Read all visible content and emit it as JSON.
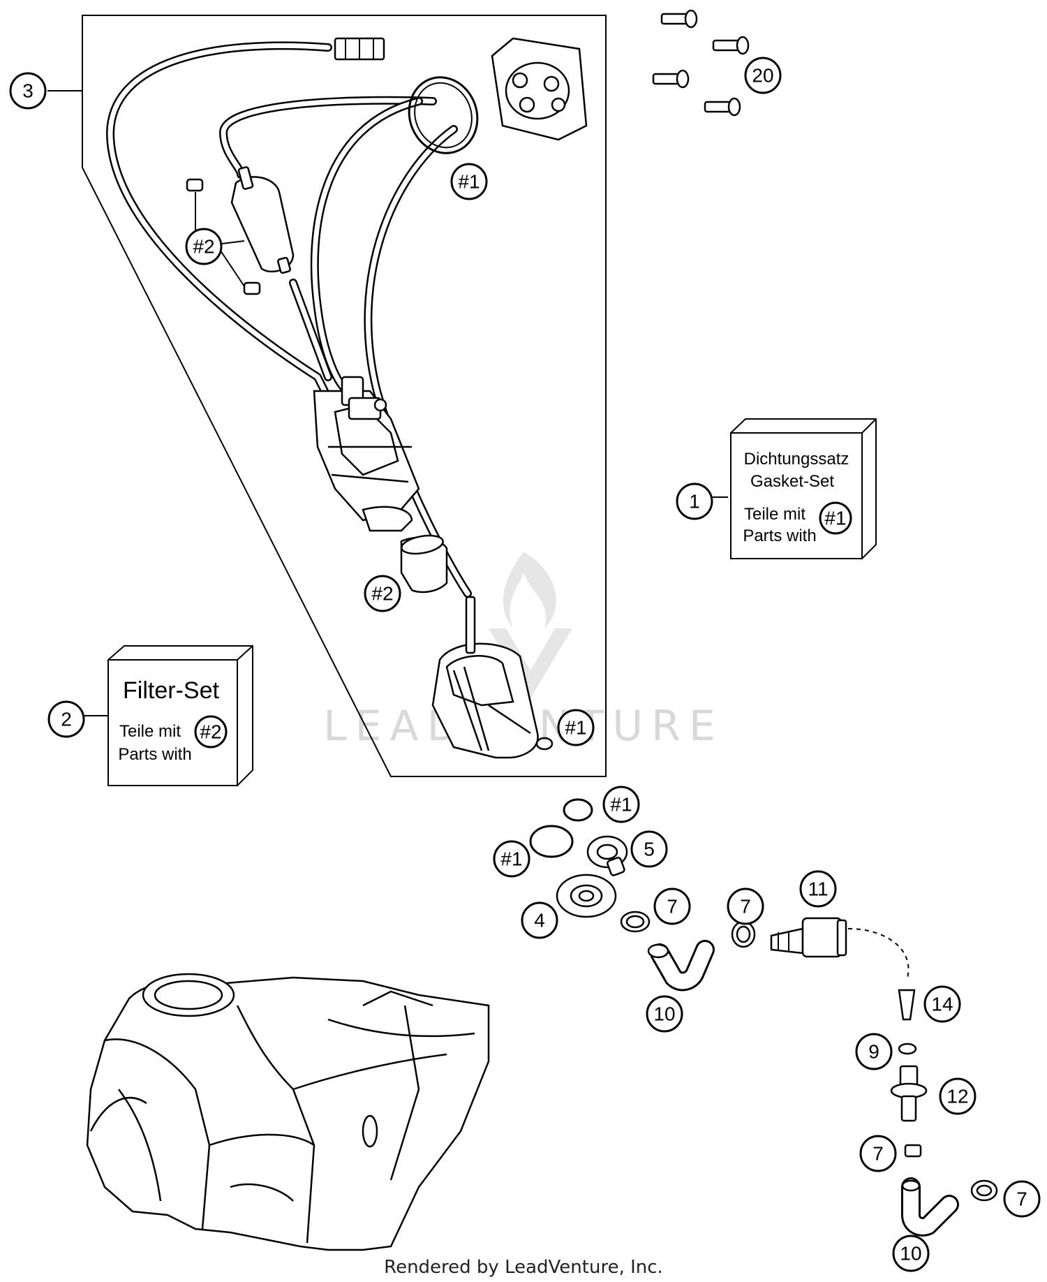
{
  "callouts": {
    "c1": "1",
    "c2": "2",
    "c3": "3",
    "c4": "4",
    "c5": "5",
    "c7a": "7",
    "c7b": "7",
    "c7c": "7",
    "c7d": "7",
    "c9": "9",
    "c10a": "10",
    "c10b": "10",
    "c11": "11",
    "c12": "12",
    "c14": "14",
    "c20": "20",
    "h1_ring": "#1",
    "h1_pump": "#1",
    "h1_oring_a": "#1",
    "h1_oring_b": "#1",
    "h2_filter": "#2",
    "h2_sleeve": "#2"
  },
  "gasket_box": {
    "line1": "Dichtungssatz",
    "line2": "Gasket-Set",
    "line3": "Teile mit",
    "line4": "Parts with",
    "ref": "#1"
  },
  "filter_box": {
    "title": "Filter-Set",
    "line1": "Teile mit",
    "line2": "Parts with",
    "ref": "#2"
  },
  "watermark": "LEADVENTURE",
  "footer": "Rendered by LeadVenture, Inc."
}
